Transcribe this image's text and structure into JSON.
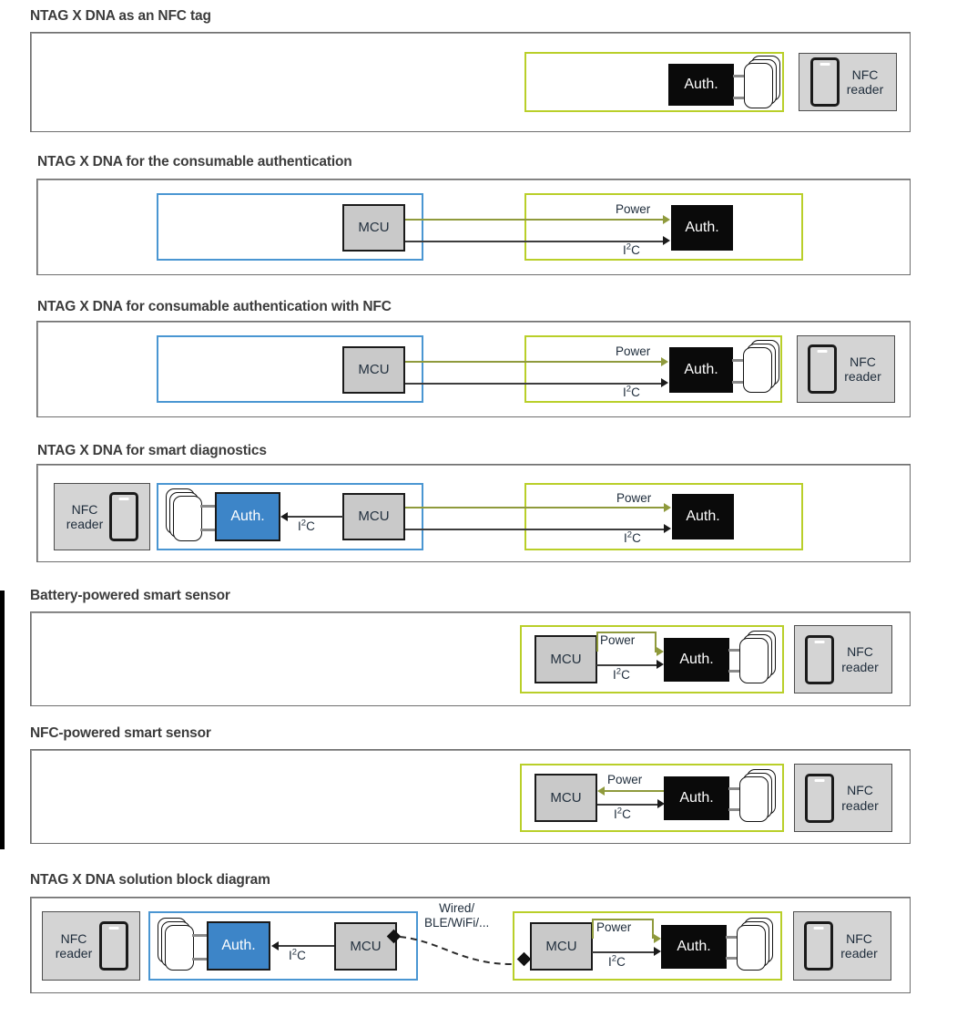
{
  "labels": {
    "auth": "Auth.",
    "mcu": "MCU",
    "nfc_reader_line1": "NFC",
    "nfc_reader_line2": "reader",
    "power": "Power",
    "i2c_pre": "I",
    "i2c_sup": "2",
    "i2c_post": "C",
    "wired_line1": "Wired/",
    "wired_line2": "BLE/WiFi/..."
  },
  "colors": {
    "green_frame": "#b9cf29",
    "blue_frame": "#4a96d2",
    "auth_black": "#0a0a0a",
    "auth_blue": "#3d85c8",
    "mcu_grey": "#c9c9c9",
    "reader_grey": "#d4d4d4",
    "power_wire": "#8f9a3c",
    "i2c_wire": "#3d3d3d",
    "panel_border": "#6e6e6e",
    "title_text": "#3c3c3c"
  },
  "sections": [
    {
      "id": "nfc-tag",
      "title": "NTAG X DNA as an NFC tag"
    },
    {
      "id": "consumable-auth",
      "title": "NTAG X DNA for the consumable authentication"
    },
    {
      "id": "consumable-auth-nfc",
      "title": "NTAG X DNA for consumable authentication with NFC"
    },
    {
      "id": "smart-diagnostics",
      "title": "NTAG X DNA for smart diagnostics"
    },
    {
      "id": "battery-powered-sensor",
      "title": "Battery-powered smart sensor"
    },
    {
      "id": "nfc-powered-sensor",
      "title": "NFC-powered smart sensor"
    },
    {
      "id": "solution-block-diagram",
      "title": "NTAG X DNA solution block diagram"
    }
  ]
}
